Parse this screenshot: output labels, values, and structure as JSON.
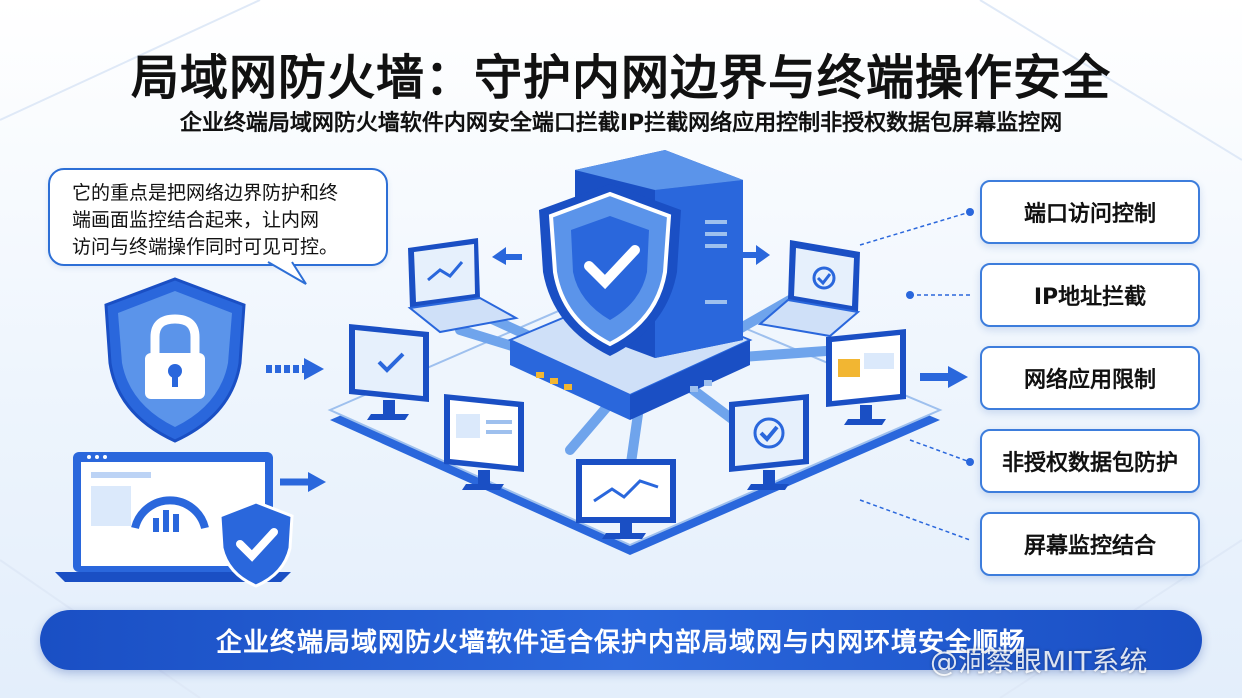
{
  "header": {
    "title": "局域网防火墙：守护内网边界与终端操作安全",
    "subtitle": "企业终端局域网防火墙软件内网安全端口拦截IP拦截网络应用控制非授权数据包屏幕监控网"
  },
  "callout": {
    "lines": [
      "它的重点是把网络边界防护和终",
      "端画面监控结合起来，让内网",
      "访问与终端操作同时可见可控。"
    ]
  },
  "features": [
    {
      "label": "端口访问控制"
    },
    {
      "label": "IP地址拦截"
    },
    {
      "label": "网络应用限制"
    },
    {
      "label": "非授权数据包防护"
    },
    {
      "label": "屏幕监控结合"
    }
  ],
  "footer": {
    "banner": "企业终端局域网防火墙软件适合保护内部局域网与内网环境安全顺畅",
    "watermark": "@洞察眼MIT系统"
  },
  "icons": [
    "lock-shield-icon",
    "checkmark-shield-icon",
    "server-icon",
    "laptop-icon",
    "monitor-icon",
    "gauge-icon",
    "arrow-icon"
  ],
  "colors": {
    "primary": "#2a67dc",
    "dark": "#1a4fc4",
    "light": "#dbe9fb",
    "accent": "#f2b632"
  }
}
